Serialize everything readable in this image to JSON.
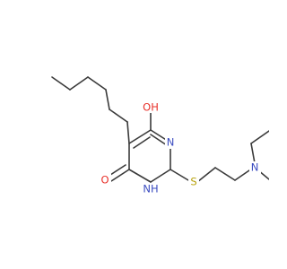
{
  "colors": {
    "background": "#ffffff",
    "bond": "#3a3a3a",
    "oxygen": "#e8312a",
    "nitrogen": "#3b4cc0",
    "sulfur": "#b8a20c"
  },
  "atoms": {
    "oh_top": "OH",
    "o_bottom": "O",
    "n_ring": "N",
    "nh_ring": "NH",
    "n_amine": "N",
    "s_thio": "S"
  }
}
